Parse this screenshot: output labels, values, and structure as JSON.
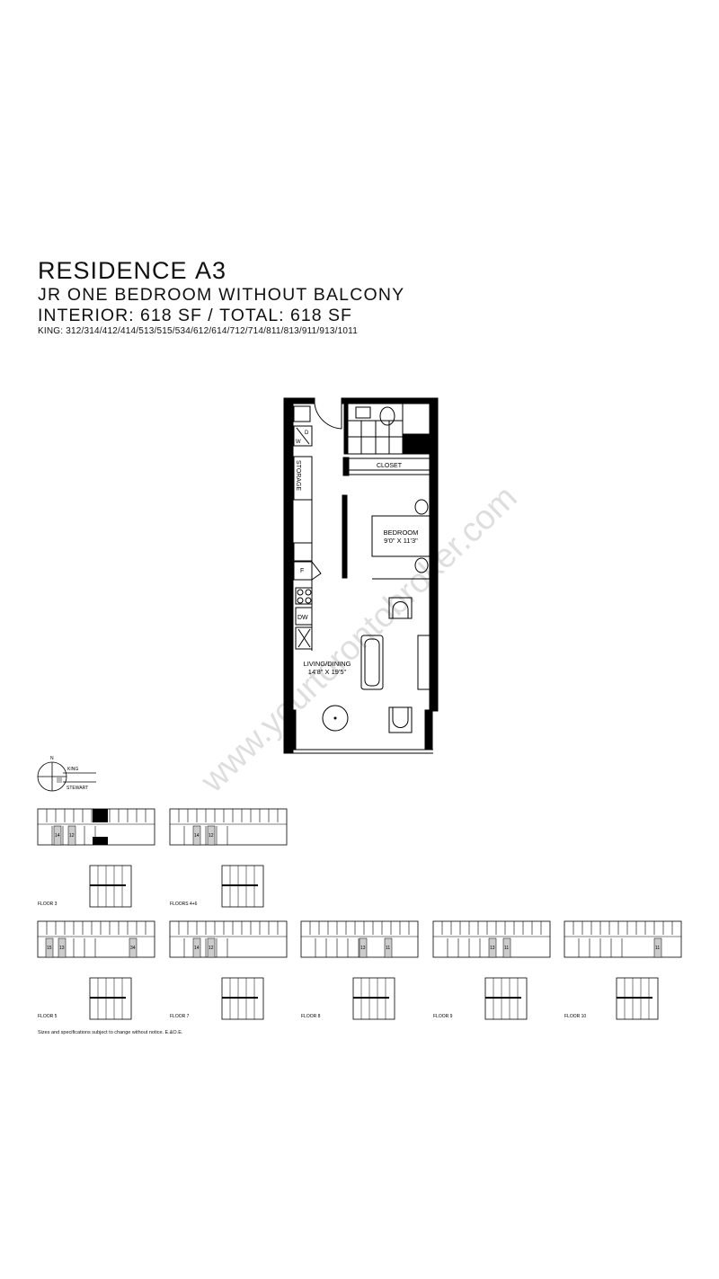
{
  "header": {
    "title_light": "RESIDENCE",
    "title_bold": "A3",
    "subtitle": "JR ONE BEDROOM WITHOUT BALCONY",
    "area_interior": "INTERIOR: 618 SF /",
    "area_total": "TOTAL: 618 SF",
    "units": "KING: 312/314/412/414/513/515/534/612/614/712/714/811/813/911/913/1011"
  },
  "plan": {
    "closet": "CLOSET",
    "bedroom": "BEDROOM",
    "bedroom_size": "9'0\" X 11'3\"",
    "living": "LIVING/DINING",
    "living_size": "14'8\" X 19'5\"",
    "storage": "STORAGE",
    "fridge": "F",
    "dishwasher": "DW",
    "washer": "W",
    "dryer": "D"
  },
  "compass": {
    "north": "N",
    "street_north": "KING",
    "street_south": "STEWART"
  },
  "keyplans": [
    {
      "label": "FLOOR 3",
      "units": [
        "14",
        "12"
      ]
    },
    {
      "label": "FLOORS 4+6",
      "units": [
        "14",
        "12"
      ]
    },
    {
      "label": "FLOOR 5",
      "units": [
        "15",
        "13",
        "34"
      ]
    },
    {
      "label": "FLOOR 7",
      "units": [
        "14",
        "12"
      ]
    },
    {
      "label": "FLOOR 8",
      "units": [
        "13",
        "11"
      ]
    },
    {
      "label": "FLOOR 9",
      "units": [
        "13",
        "11"
      ]
    },
    {
      "label": "FLOOR 10",
      "units": [
        "11"
      ]
    }
  ],
  "disclaimer": "Sizes and specifications subject to change without notice. E.&O.E.",
  "watermark": "www.yourtorontobroker.com"
}
